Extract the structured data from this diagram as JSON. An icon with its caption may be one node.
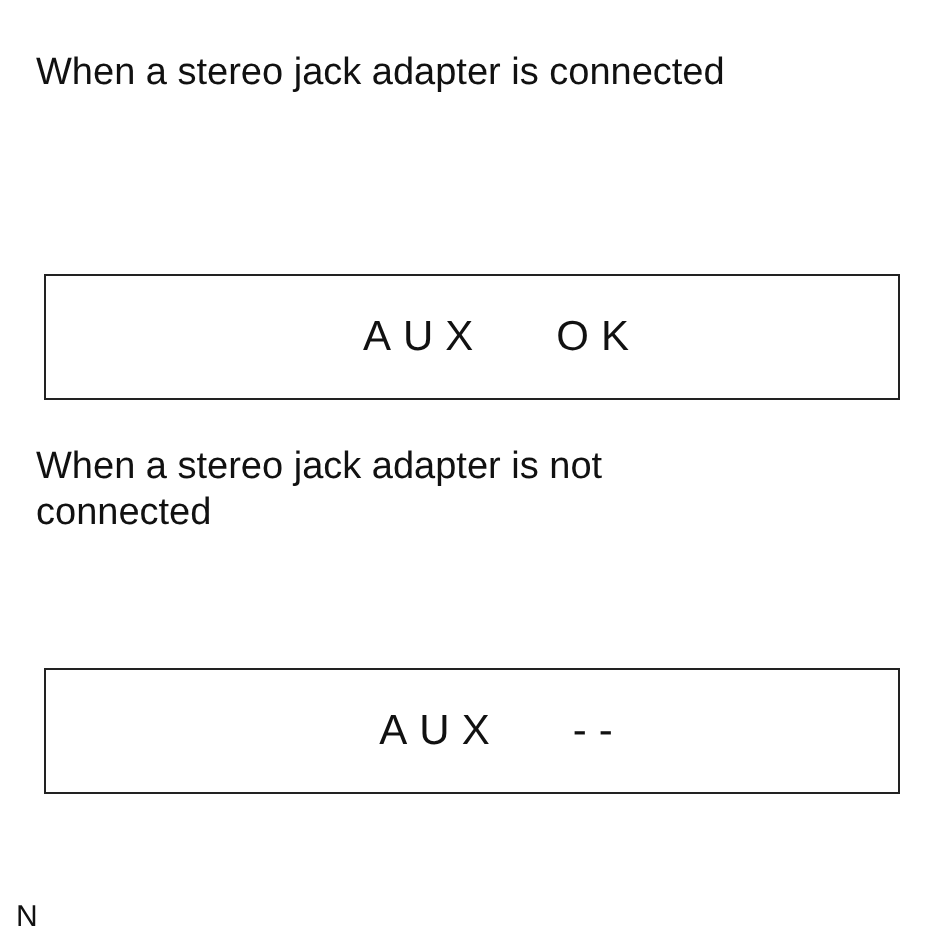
{
  "diagram": {
    "nodes": [
      {
        "text": [
          "AUX OK"
        ]
      },
      {
        "text": [
          "AUX --"
        ]
      }
    ],
    "labels": [
      "When a stereo jack adapter is connected",
      "When a stereo jack adapter is not connected",
      "N"
    ]
  }
}
